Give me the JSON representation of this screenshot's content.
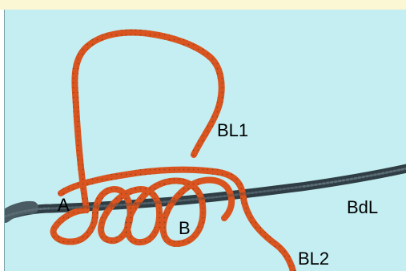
{
  "labels": {
    "bl1": "BL1",
    "bdl": "BdL",
    "a": "A",
    "b": "B",
    "bl2": "BL2"
  },
  "colors": {
    "background": "#c4eef1",
    "top_band": "#fbf6d4",
    "orange_line": "#d9541f",
    "dark_line": "#2f3d44"
  }
}
